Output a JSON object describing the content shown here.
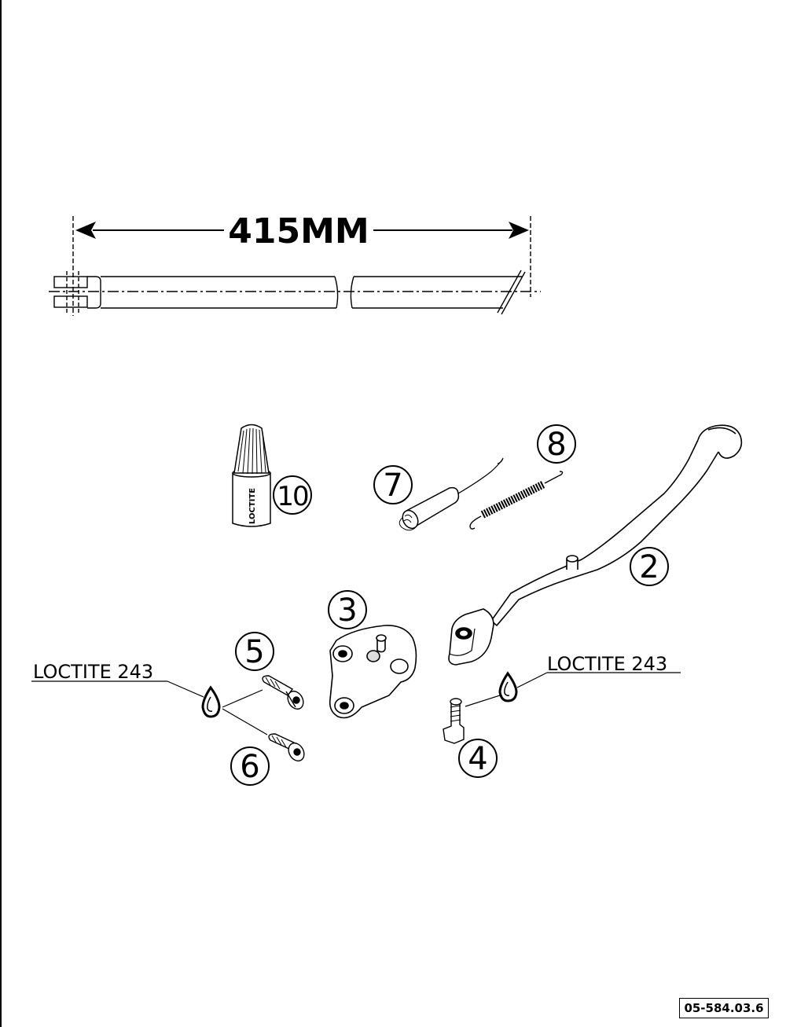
{
  "dimension": {
    "label": "415MM"
  },
  "callouts": {
    "c2": "2",
    "c3": "3",
    "c4": "4",
    "c5": "5",
    "c6": "6",
    "c7": "7",
    "c8": "8",
    "c10": "10"
  },
  "notes": {
    "loctite_left": "LOCTITE 243",
    "loctite_right": "LOCTITE 243",
    "bottle_label": "LOCTITE"
  },
  "reference": {
    "code": "05-584.03.6"
  }
}
